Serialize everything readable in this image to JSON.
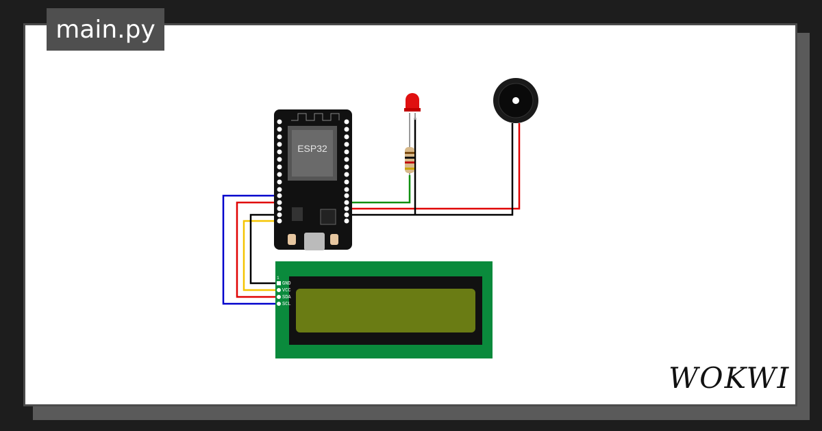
{
  "file_tab": {
    "label": "main.py"
  },
  "esp32": {
    "label": "ESP32"
  },
  "lcd": {
    "pins": [
      "GND",
      "VCC",
      "SDA",
      "SCL"
    ],
    "pin1_label": "1"
  },
  "brand": {
    "logo_text": "WOKWI"
  },
  "colors": {
    "wire_blue": "#0000cc",
    "wire_red": "#e00000",
    "wire_yellow": "#f5c400",
    "wire_black": "#000000",
    "wire_green": "#109010",
    "lcd_board": "#0a8a3c",
    "lcd_screen": "#6a7c14"
  }
}
